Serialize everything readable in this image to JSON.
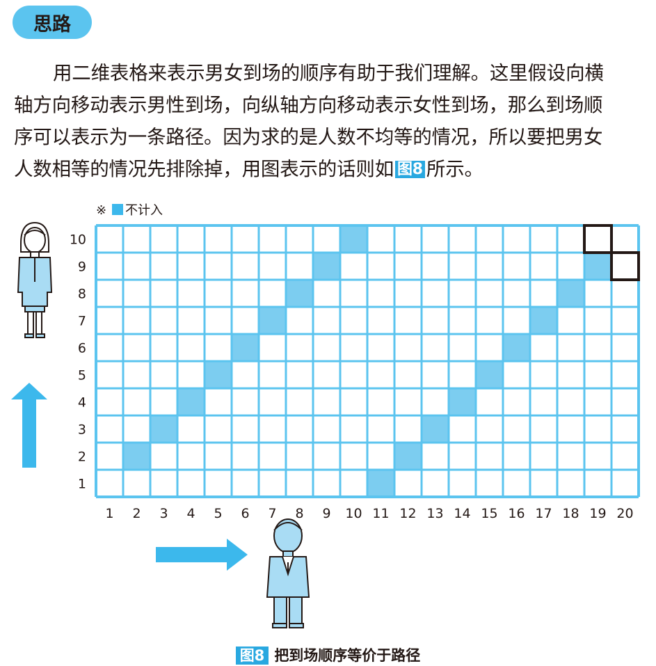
{
  "header": {
    "pill_label": "思路"
  },
  "paragraph": {
    "line1": "用二维表格来表示男女到场的顺序有助于我们理解。这里假设向横",
    "line2": "轴方向移动表示男性到场，向纵轴方向移动表示女性到场，那么到场顺",
    "line3": "序可以表示为一条路径。因为求的是人数不均等的情况，所以要把男女",
    "line4_before": "人数相等的情况先排除掉，用图表示的话则如",
    "fig_ref": "图8",
    "line4_after": "所示。"
  },
  "figure": {
    "note_symbol": "※",
    "note_text": "不计入",
    "caption_tag": "图8",
    "caption_text": "把到场顺序等价于路径",
    "x_labels": [
      "1",
      "2",
      "3",
      "4",
      "5",
      "6",
      "7",
      "8",
      "9",
      "10",
      "11",
      "12",
      "13",
      "14",
      "15",
      "16",
      "17",
      "18",
      "19",
      "20"
    ],
    "y_labels": [
      "1",
      "2",
      "3",
      "4",
      "5",
      "6",
      "7",
      "8",
      "9",
      "10"
    ],
    "excluded_cells": [
      [
        2,
        2
      ],
      [
        3,
        3
      ],
      [
        4,
        4
      ],
      [
        5,
        5
      ],
      [
        6,
        6
      ],
      [
        7,
        7
      ],
      [
        8,
        8
      ],
      [
        9,
        9
      ],
      [
        10,
        10
      ],
      [
        11,
        1
      ],
      [
        12,
        2
      ],
      [
        13,
        3
      ],
      [
        14,
        4
      ],
      [
        15,
        5
      ],
      [
        16,
        6
      ],
      [
        17,
        7
      ],
      [
        18,
        8
      ],
      [
        19,
        9
      ]
    ],
    "highlighted_cells": [
      [
        19,
        10
      ],
      [
        20,
        9
      ]
    ],
    "colors": {
      "grid_line": "#5bc4ef",
      "excluded_fill": "#7ccdf0",
      "highlight_border": "#231815",
      "arrow": "#3cb8ec",
      "person_fill": "#a9dcf4",
      "outline": "#231815"
    }
  }
}
